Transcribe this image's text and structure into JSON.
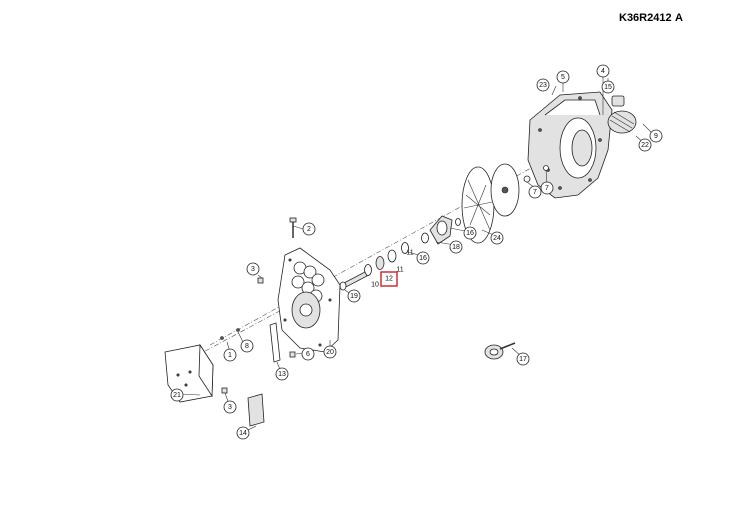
{
  "header": {
    "drawing_code": "K36R2412",
    "revision": "A"
  },
  "highlighted_part": "12",
  "callouts": [
    {
      "id": "c-2",
      "label": "2"
    },
    {
      "id": "c-3a",
      "label": "3"
    },
    {
      "id": "c-3b",
      "label": "3"
    },
    {
      "id": "c-4",
      "label": "4"
    },
    {
      "id": "c-5",
      "label": "5"
    },
    {
      "id": "c-1",
      "label": "1"
    },
    {
      "id": "c-6",
      "label": "6"
    },
    {
      "id": "c-7a",
      "label": "7"
    },
    {
      "id": "c-7b",
      "label": "7"
    },
    {
      "id": "c-8",
      "label": "8"
    },
    {
      "id": "c-9",
      "label": "9"
    },
    {
      "id": "c-13",
      "label": "13"
    },
    {
      "id": "c-14",
      "label": "14"
    },
    {
      "id": "c-15",
      "label": "15"
    },
    {
      "id": "c-16a",
      "label": "16"
    },
    {
      "id": "c-16b",
      "label": "16"
    },
    {
      "id": "c-17",
      "label": "17"
    },
    {
      "id": "c-18",
      "label": "18"
    },
    {
      "id": "c-19",
      "label": "19"
    },
    {
      "id": "c-20",
      "label": "20"
    },
    {
      "id": "c-21",
      "label": "21"
    },
    {
      "id": "c-22",
      "label": "22"
    },
    {
      "id": "c-23",
      "label": "23"
    },
    {
      "id": "c-24",
      "label": "24"
    }
  ],
  "plain_labels": [
    {
      "id": "t-10",
      "label": "10"
    },
    {
      "id": "t-11a",
      "label": "11"
    },
    {
      "id": "t-11b",
      "label": "11"
    },
    {
      "id": "t-12",
      "label": "12"
    }
  ]
}
